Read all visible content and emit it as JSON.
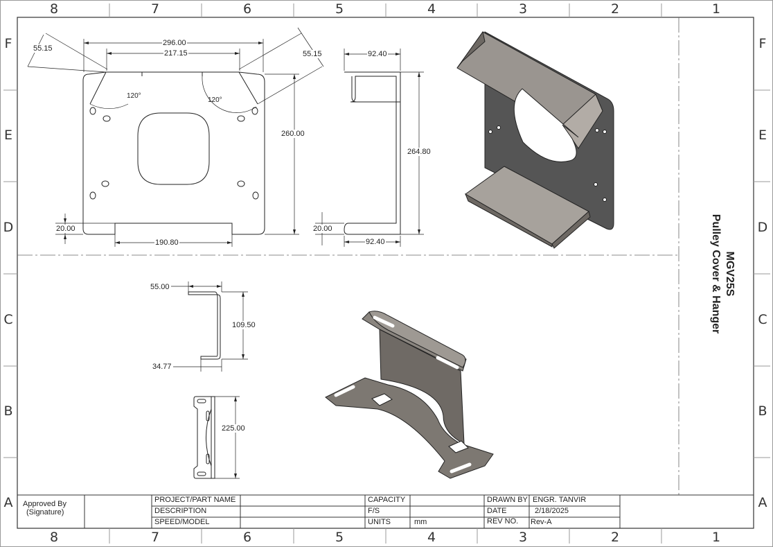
{
  "zones": {
    "columns": [
      "8",
      "7",
      "6",
      "5",
      "4",
      "3",
      "2",
      "1"
    ],
    "rows": [
      "F",
      "E",
      "D",
      "C",
      "B",
      "A"
    ]
  },
  "drawing_title": {
    "line1": "MGV25S",
    "line2": "Pulley Cover & Hanger"
  },
  "dims": {
    "width_296": "296.00",
    "width_217": "217.15",
    "flange_left": "55.15",
    "flange_right": "55.15",
    "angle_left": "120°",
    "angle_right": "120°",
    "height_260": "260.00",
    "bottom_190": "190.80",
    "bottom_offset": "20.00",
    "side_top": "92.40",
    "side_height": "264.80",
    "side_bottom": "92.40",
    "side_offset": "20.00",
    "hanger_top": "55.00",
    "hanger_height": "109.50",
    "hanger_bottom": "34.77",
    "hanger_length": "225.00"
  },
  "title_block": {
    "approved_by": "Approved By",
    "signature": "(Signature)",
    "project_label": "PROJECT/PART NAME",
    "description_label": "DESCRIPTION",
    "speed_label": "SPEED/MODEL",
    "capacity_label": "CAPACITY",
    "fs_label": "F/S",
    "units_label": "UNITS",
    "units_value": "mm",
    "drawn_by_label": "DRAWN BY",
    "drawn_by_value": "ENGR. TANVIR",
    "date_label": "DATE",
    "date_value": "2/18/2025",
    "rev_label": "REV NO.",
    "rev_value": "Rev-A"
  }
}
